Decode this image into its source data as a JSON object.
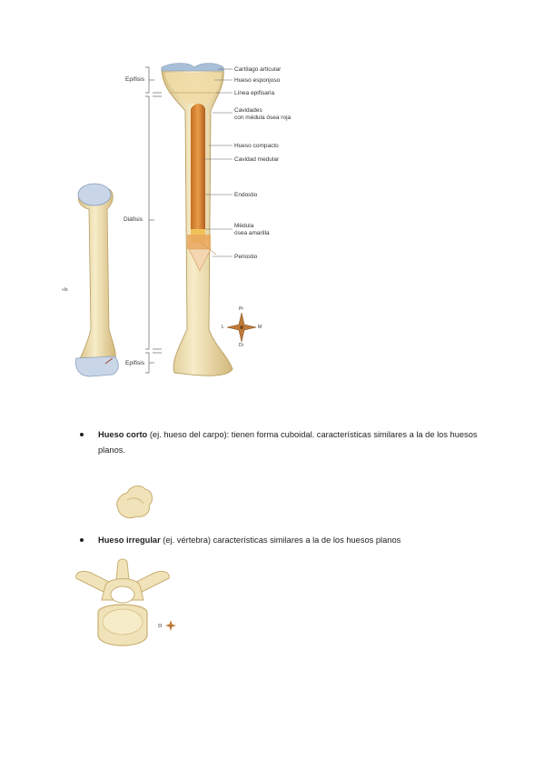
{
  "figure_long_bone": {
    "left_labels": {
      "epifisis_top": "Epífisis",
      "diafisis": "Diáfisis",
      "epifisis_bottom": "Epífisis"
    },
    "right_labels": [
      "Cartílago articular",
      "Hueso esponjoso",
      "Línea epifisaria",
      "Cavidades",
      "con médula ósea roja",
      "Hueso compacto",
      "Cavidad medular",
      "Endostio",
      "Médula",
      "ósea amarilla",
      "Periostio"
    ],
    "compass": {
      "top": "Pr",
      "left": "L",
      "right": "M",
      "bottom": "Di"
    },
    "side_mark": "«Ix"
  },
  "bullet_short": {
    "term": "Hueso corto",
    "rest": " (ej. hueso del carpo): tienen forma cuboidal. características similares a la de los huesos planos."
  },
  "bullet_irregular": {
    "term": "Hueso irregular",
    "rest": " (ej. vértebra) características similares a la de los huesos planos"
  },
  "figure_vertebra": {
    "direction_mark": "D"
  },
  "colors": {
    "bone": "#f1e3b9",
    "bone_shade": "#dcc58a",
    "cartilage": "#a9bfd8",
    "marrow_red": "#b8692a",
    "marrow_yellow": "#f2c25a",
    "periosteum": "#e9a35c"
  }
}
